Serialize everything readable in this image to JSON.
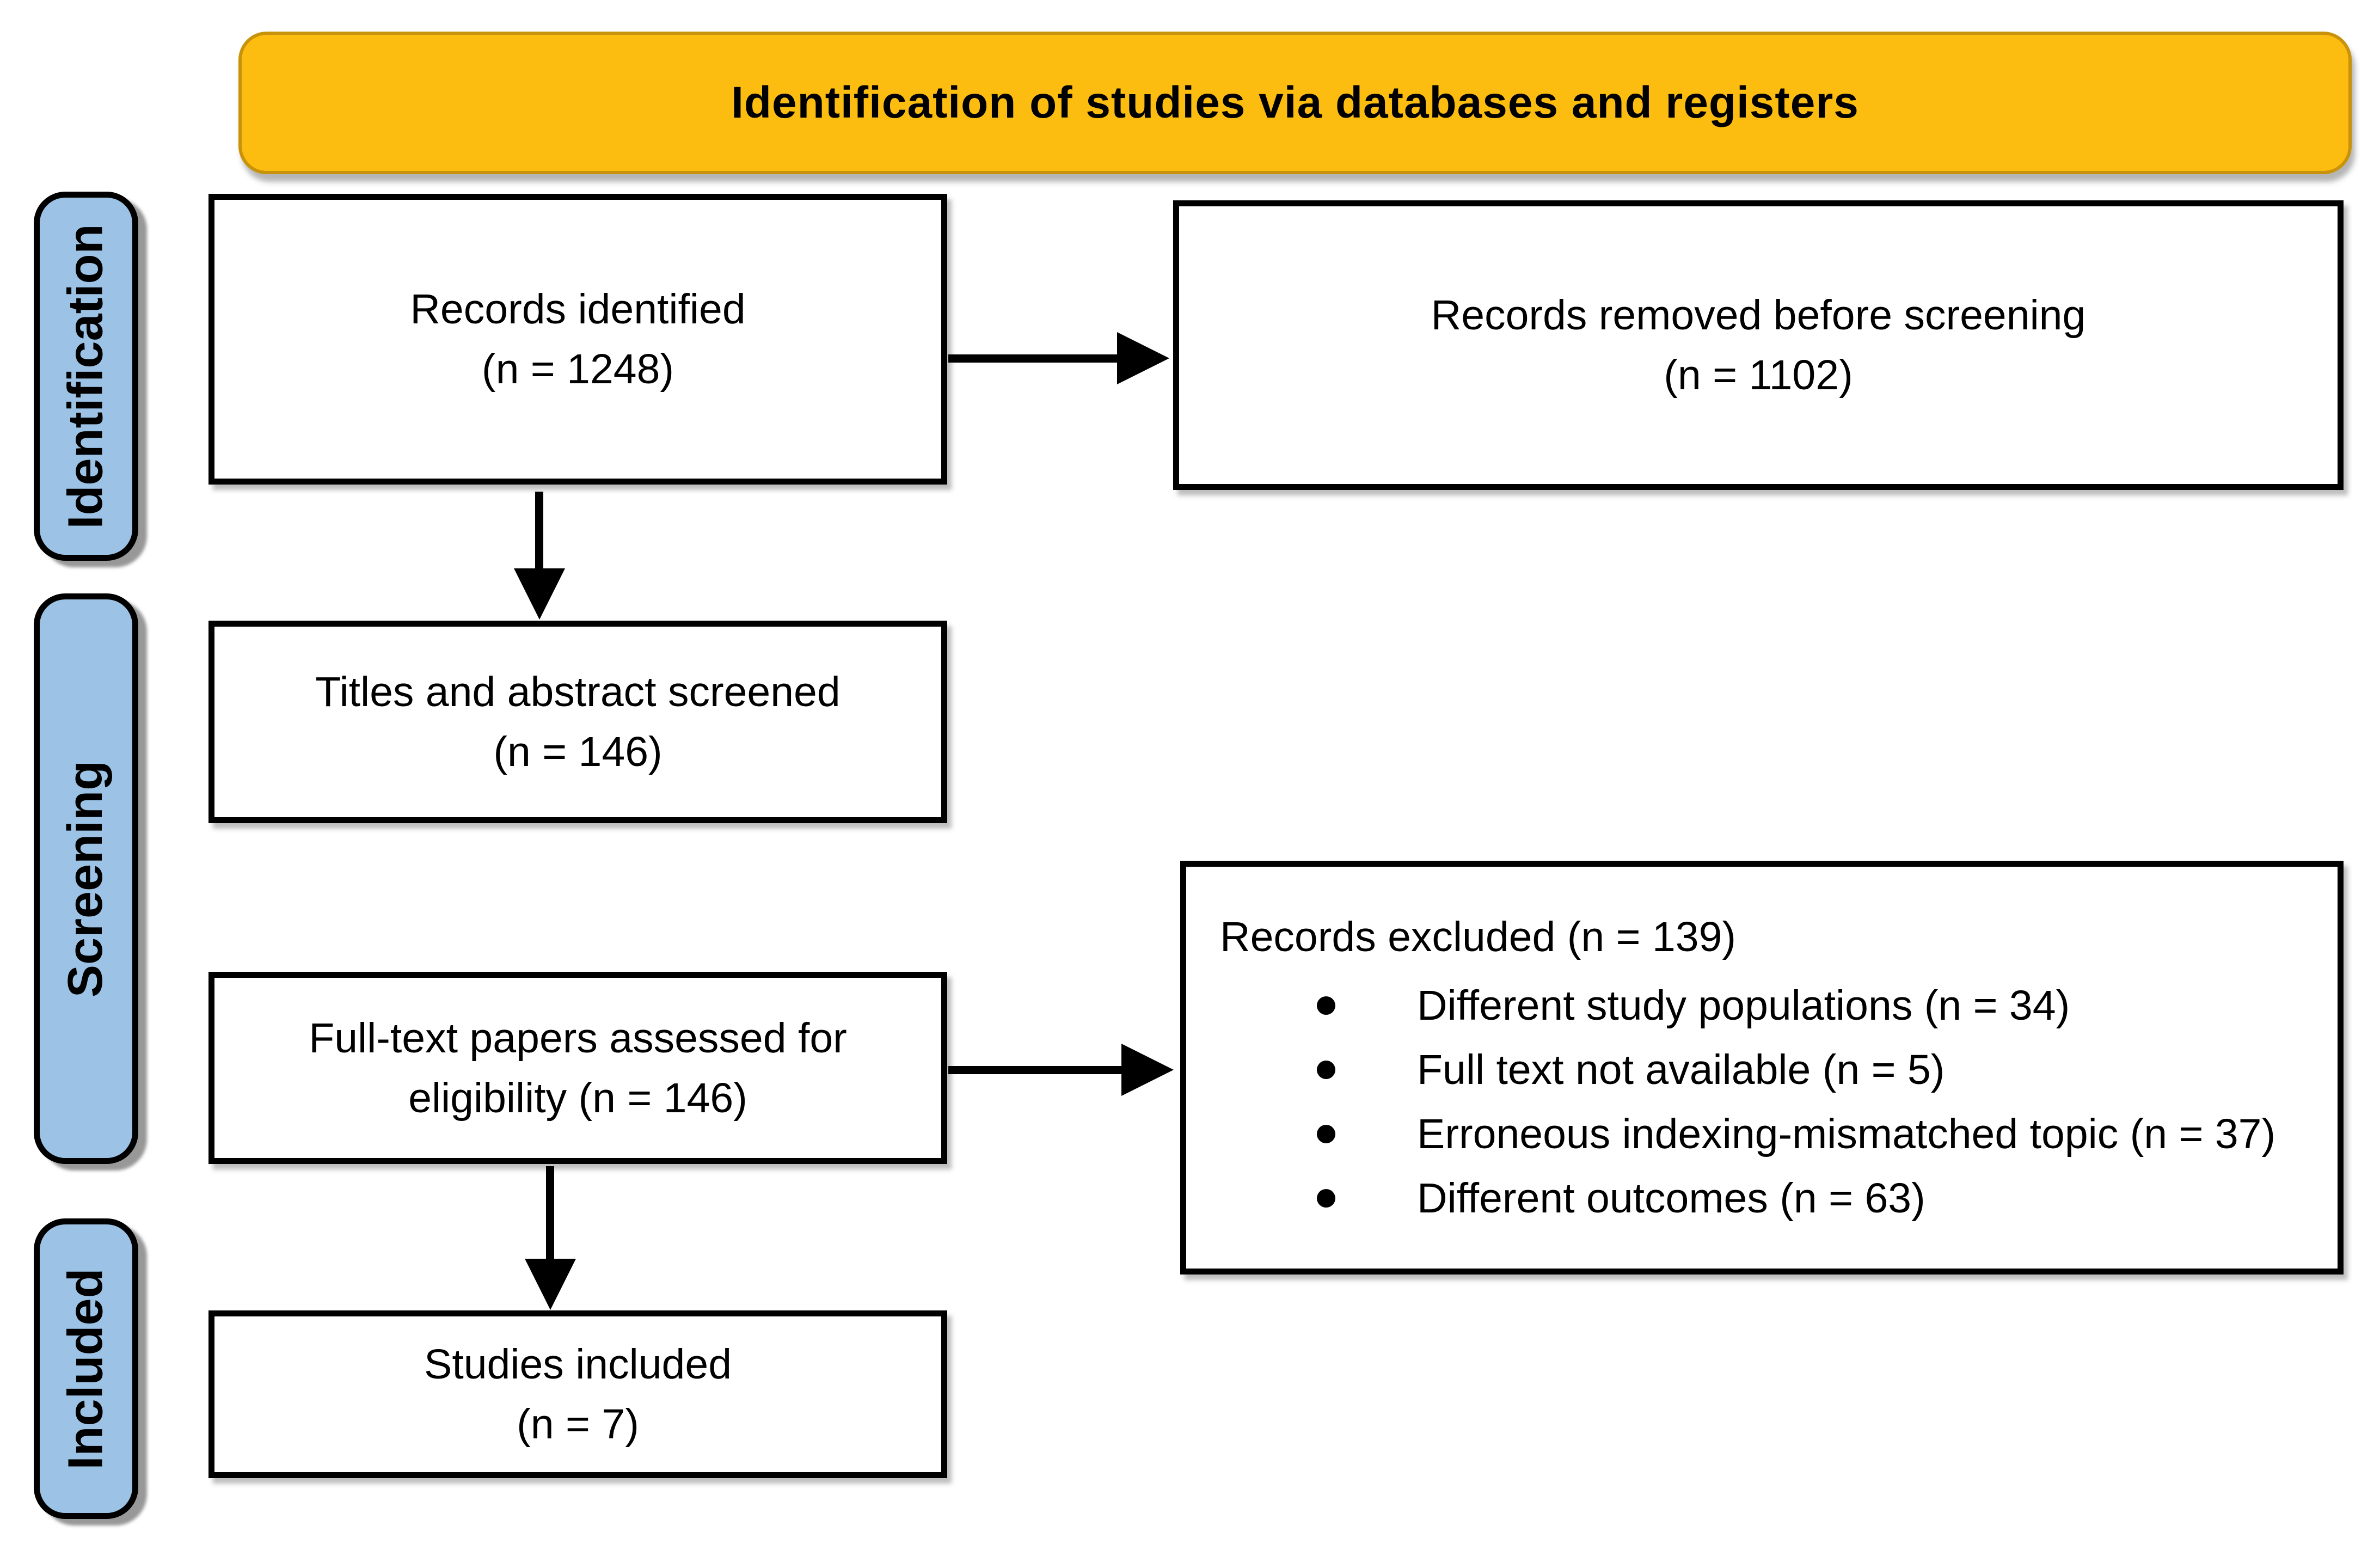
{
  "banner": {
    "title": "Identification of studies via databases and registers"
  },
  "sidebar": {
    "stages": [
      {
        "label": "Identification"
      },
      {
        "label": "Screening"
      },
      {
        "label": "Included"
      }
    ]
  },
  "flow": {
    "records_identified": {
      "line1": "Records identified",
      "line2": "(n = 1248)"
    },
    "records_removed": {
      "line1": "Records removed before screening",
      "line2": "(n = 1102)"
    },
    "titles_screened": {
      "line1": "Titles and abstract screened",
      "line2": "(n = 146)"
    },
    "full_text_assessed": {
      "line1": "Full-text papers assessed for",
      "line2": "eligibility (n = 146)"
    },
    "records_excluded": {
      "heading": "Records excluded (n = 139)",
      "bullets": [
        "Different study populations (n = 34)",
        "Full text not available (n = 5)",
        "Erroneous indexing-mismatched topic (n = 37)",
        "Different outcomes (n = 63)"
      ]
    },
    "studies_included": {
      "line1": "Studies included",
      "line2": "(n = 7)"
    }
  },
  "colors": {
    "banner_bg": "#FCBD10",
    "banner_border": "#C8930A",
    "stage_bg": "#9CC3E5",
    "box_border": "#000000",
    "background": "#FFFFFF"
  }
}
